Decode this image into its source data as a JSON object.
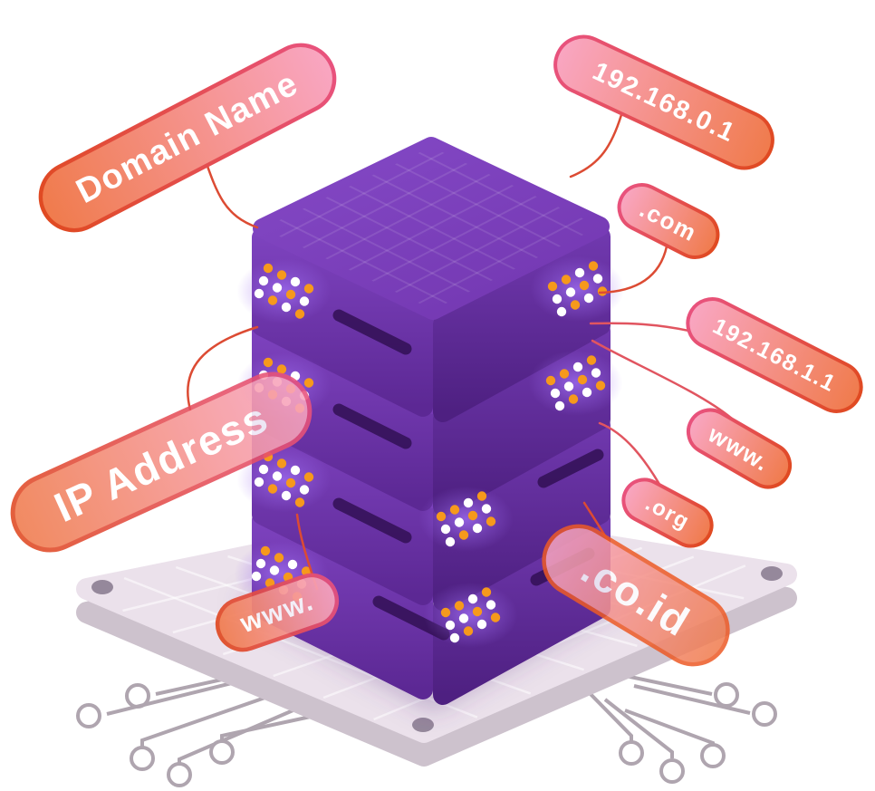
{
  "labels": {
    "domain_name": "Domain Name",
    "ip_top": "192.168.0.1",
    "tld_com": ".com",
    "ip_right": "192.168.1.1",
    "www_right": "www.",
    "tld_org": ".org",
    "ip_address": "IP Address",
    "www_left": "www.",
    "tld_co_id": ".co.id"
  },
  "colors": {
    "pill_orange": "#F07B4C",
    "pill_pink": "#F9A6C2",
    "border_orange": "#E04A22",
    "border_pink": "#E8527D",
    "co_id_border": "#ED5A26",
    "server_top_light": "#8449C6",
    "server_top_dark": "#7438B2",
    "server_left_light": "#7D42BE",
    "server_left_dark": "#5C2894",
    "server_right_light": "#7038AE",
    "server_right_dark": "#4E2081",
    "slot_dark": "#351259",
    "led_orange": "#F6991C",
    "led_white": "#FFFFFF",
    "led_glow": "#9D6CF0",
    "platform_top": "#EBE1EB",
    "platform_side": "#CDC2CD",
    "trace_gray": "#AFA5AF",
    "connector_warm": "#DC4B33",
    "connector_cool": "#E15560"
  }
}
